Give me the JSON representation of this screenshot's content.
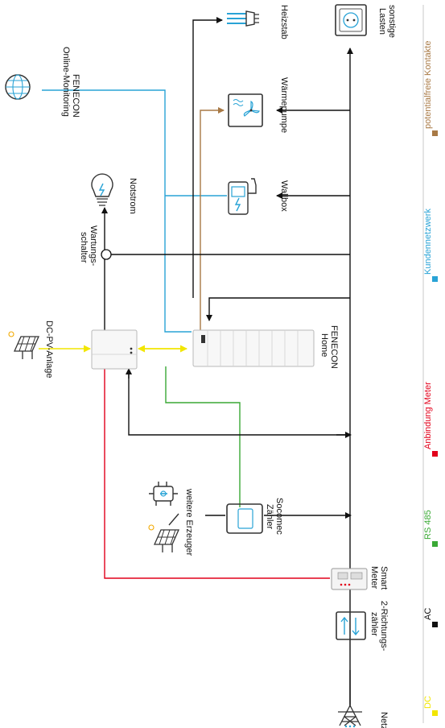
{
  "labels": {
    "netz": "Netz",
    "zweirichtung_1": "2-Richtungs-",
    "zweirichtung_2": "zähler",
    "smart_meter_1": "Smart",
    "smart_meter_2": "Meter",
    "socomec_1": "Socomec",
    "socomec_2": "Zähler",
    "weitere_erzeuger": "weitere Erzeuger",
    "dc_pv": "DC-PV-Anlage",
    "wartung_1": "Wartungs-",
    "wartung_2": "schalter",
    "notstrom": "Notstrom",
    "fenecon_monitoring_1": "FENECON",
    "fenecon_monitoring_2": "Online-Monitoring",
    "fenecon_home_1": "FENECON",
    "fenecon_home_2": "Home",
    "wallbox": "Wallbox",
    "waermepumpe": "Wärmepumpe",
    "heizstab": "Heizstab",
    "sonstige_1": "sonstige",
    "sonstige_2": "Lasten"
  },
  "legend": [
    {
      "label": "DC",
      "color": "#f2e600"
    },
    {
      "label": "AC",
      "color": "#111111"
    },
    {
      "label": "RS 485",
      "color": "#3aa935"
    },
    {
      "label": "Anbindung Meter",
      "color": "#e2001a"
    },
    {
      "label": "Kundennetzwerk",
      "color": "#29a3d6"
    },
    {
      "label": "potentialfreie Kontakte",
      "color": "#a87945"
    }
  ],
  "colors": {
    "dc": "#f2e600",
    "ac": "#111111",
    "rs485": "#3aa935",
    "meter": "#e2001a",
    "network": "#29a3d6",
    "contacts": "#a87945"
  },
  "icons": {
    "grid": "power-pylon-icon",
    "bidirectional_meter": "bidirectional-arrows-icon",
    "smart_meter": "smart-meter-icon",
    "socomec": "socomec-meter-icon",
    "generator": "generator-icon",
    "solar": "solar-panel-icon",
    "inverter": "inverter-icon",
    "battery": "battery-storage-icon",
    "bulb": "light-bulb-icon",
    "globe": "globe-icon",
    "wallbox": "ev-charger-icon",
    "heatpump": "heat-pump-icon",
    "heater": "heating-rod-icon",
    "socket": "power-socket-icon"
  }
}
